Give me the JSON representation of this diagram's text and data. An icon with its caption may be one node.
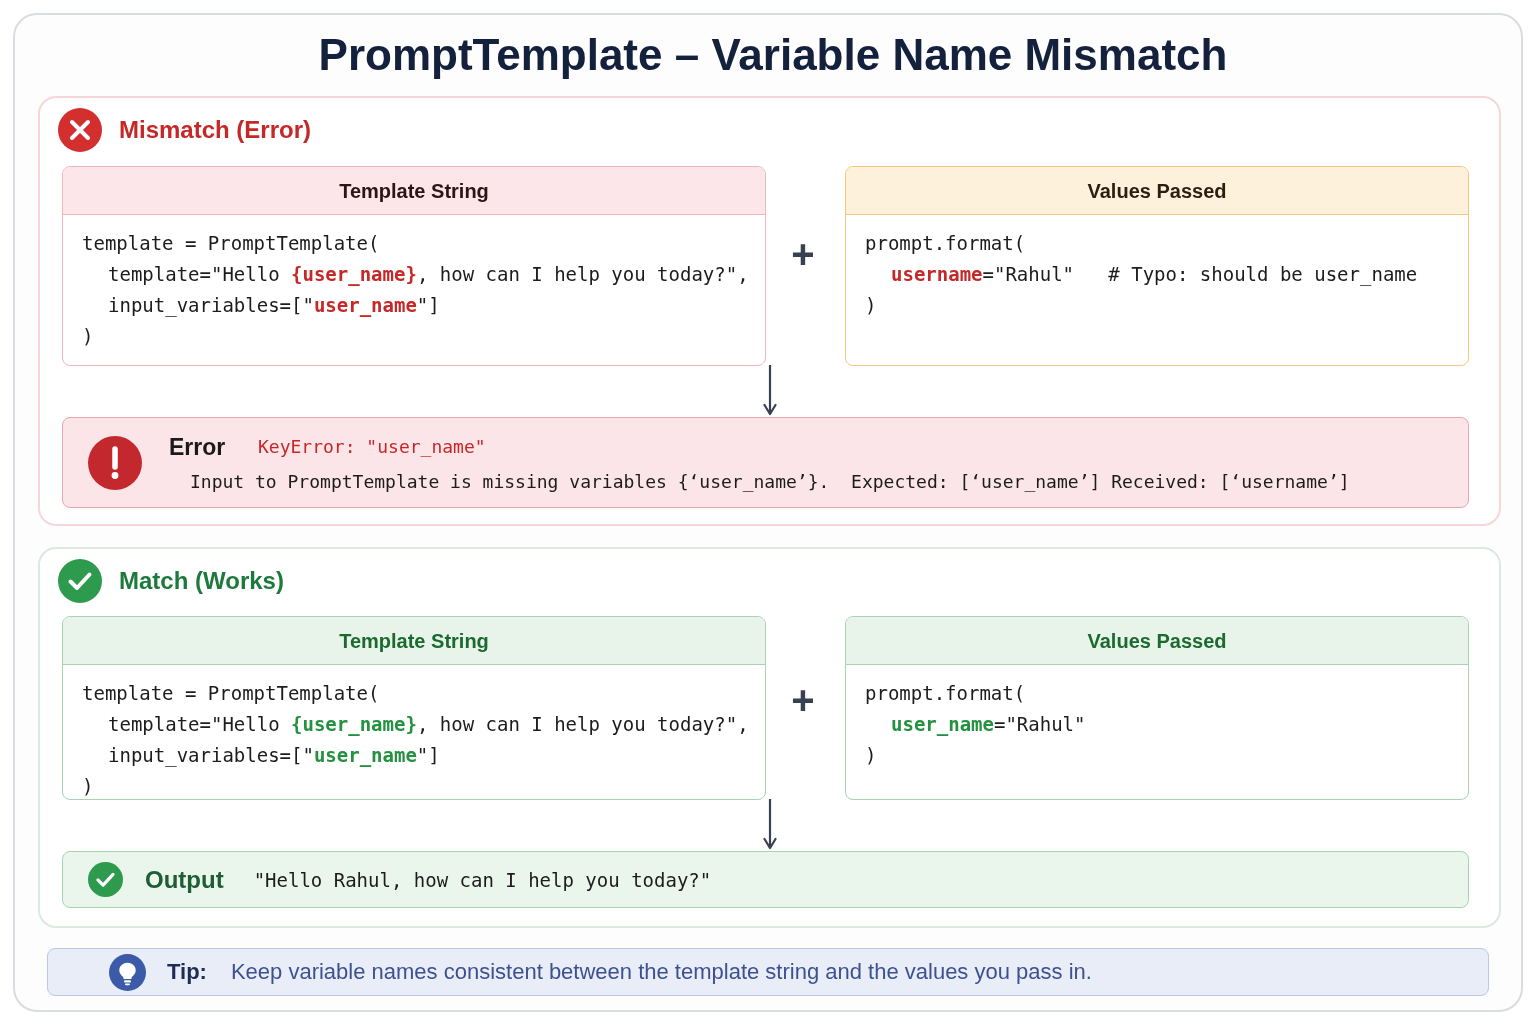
{
  "diagram": {
    "title": "PromptTemplate – Variable Name Mismatch",
    "nodes": [
      {
        "text": [
          "Mismatch (Error)"
        ]
      },
      {
        "text": [
          "Template String",
          "template = PromptTemplate(",
          "template=\"Hello **{user_name}**, how can I help you today?\",",
          "input_variables=[\"**user_name**\"]",
          ")"
        ],
        "in": 0
      },
      {
        "text": [
          "Values Passed",
          "prompt.format(",
          "**username**=\"Rahul\"   # Typo: should be user_name",
          ")"
        ],
        "in": 0
      },
      {
        "text": [
          "Error",
          "KeyError: \"user_name\"",
          "Input to PromptTemplate is missing variables {‘user_name’}.  Expected: [‘user_name’] Received: [‘username’]"
        ],
        "in": 0
      },
      {
        "text": [
          "Match (Works)"
        ]
      },
      {
        "text": [
          "Template String",
          "template = PromptTemplate(",
          "template=\"Hello **{user_name}**, how can I help you today?\",",
          "input_variables=[\"**user_name**\"]",
          ")"
        ],
        "in": 4
      },
      {
        "text": [
          "Values Passed",
          "prompt.format(",
          "**user_name**=\"Rahul\"",
          ")"
        ],
        "in": 4
      },
      {
        "text": [
          "Output",
          "\"Hello Rahul, how can I help you today?\""
        ],
        "in": 4
      },
      {
        "text": [
          "Tip:",
          "Keep variable names consistent between the template string and the values you pass in."
        ]
      }
    ],
    "edges": [
      {
        "from": 1,
        "to": 3,
        "arrow": "to"
      },
      {
        "from": 5,
        "to": 7,
        "arrow": "to"
      }
    ],
    "labels": [
      "+",
      "+"
    ]
  }
}
